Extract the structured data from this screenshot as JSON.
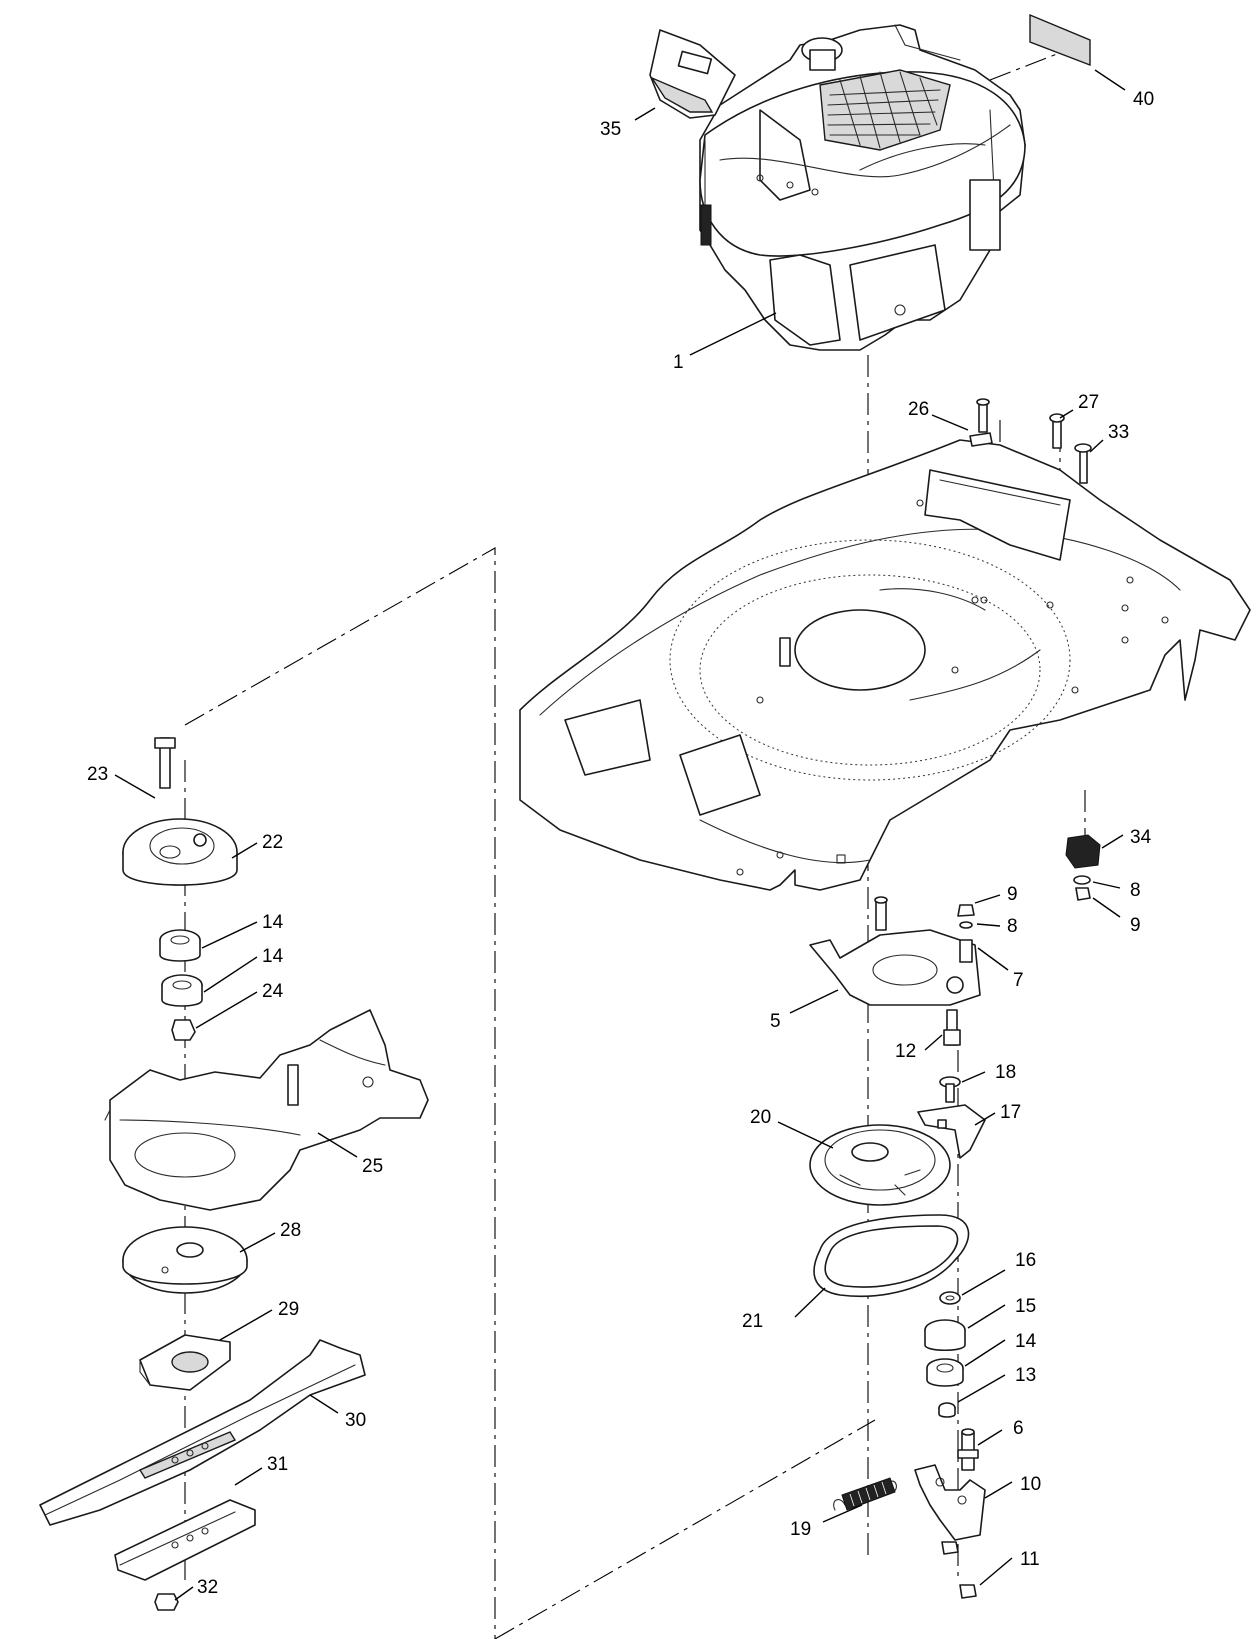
{
  "callouts": [
    {
      "label": "1"
    },
    {
      "label": "5"
    },
    {
      "label": "6"
    },
    {
      "label": "7"
    },
    {
      "label": "8"
    },
    {
      "label": "8"
    },
    {
      "label": "9"
    },
    {
      "label": "9"
    },
    {
      "label": "10"
    },
    {
      "label": "11"
    },
    {
      "label": "12"
    },
    {
      "label": "13"
    },
    {
      "label": "14"
    },
    {
      "label": "14"
    },
    {
      "label": "14"
    },
    {
      "label": "15"
    },
    {
      "label": "16"
    },
    {
      "label": "17"
    },
    {
      "label": "18"
    },
    {
      "label": "19"
    },
    {
      "label": "20"
    },
    {
      "label": "21"
    },
    {
      "label": "22"
    },
    {
      "label": "23"
    },
    {
      "label": "24"
    },
    {
      "label": "25"
    },
    {
      "label": "26"
    },
    {
      "label": "27"
    },
    {
      "label": "28"
    },
    {
      "label": "29"
    },
    {
      "label": "30"
    },
    {
      "label": "31"
    },
    {
      "label": "32"
    },
    {
      "label": "33"
    },
    {
      "label": "34"
    },
    {
      "label": "35"
    },
    {
      "label": "40"
    }
  ]
}
